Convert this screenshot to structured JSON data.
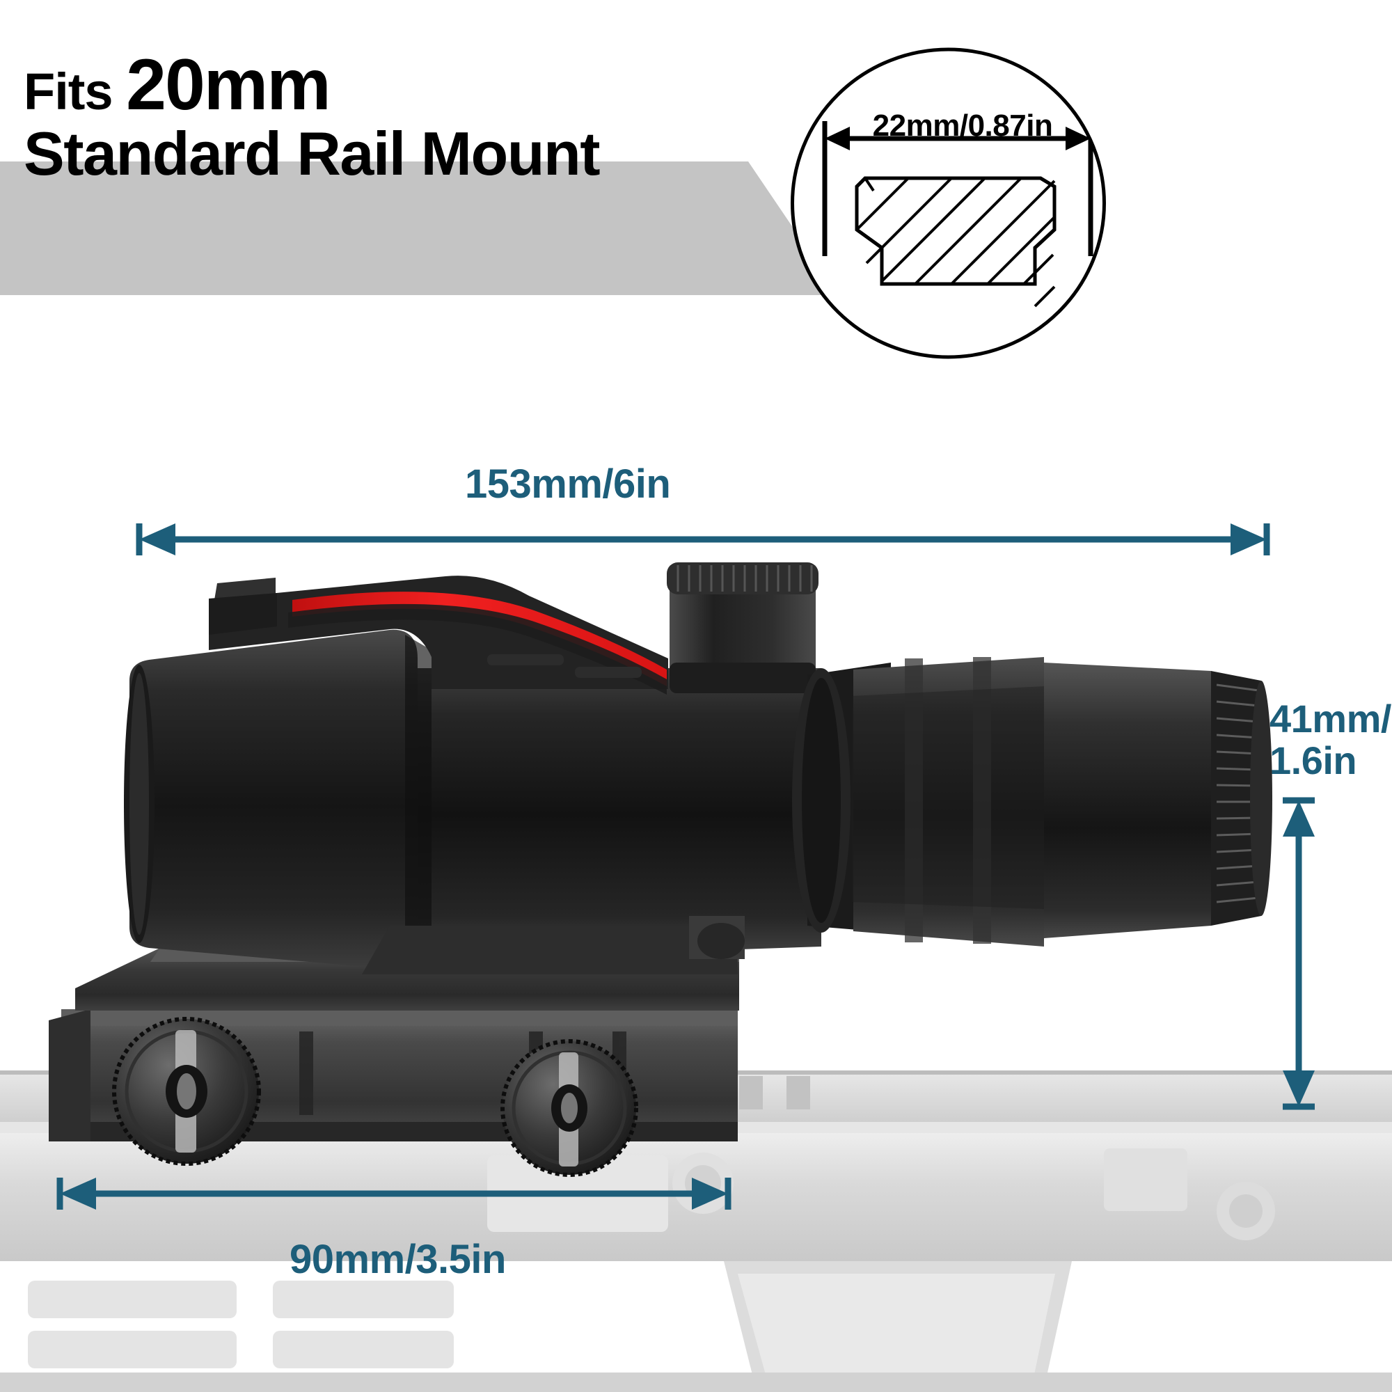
{
  "banner": {
    "line1_prefix": "Fits ",
    "line1_value": "20mm",
    "line2": "Standard Rail Mount",
    "bg_color": "#c4c4c4",
    "text_color": "#000000"
  },
  "detail_inset": {
    "label": "22mm/0.87in",
    "shape": "rail-cross-section",
    "outline_color": "#000000"
  },
  "dimensions": {
    "accent_color": "#1d5e7a",
    "length": "153mm/6in",
    "height_line1": "41mm/",
    "height_line2": "1.6in",
    "base_length": "90mm/3.5in"
  },
  "product": {
    "name": "prism-rifle-scope",
    "body_color": "#191919",
    "accent_fiber_color": "#e02020",
    "mount_color": "#3a3a3a",
    "background_rifle_color": "#d8d8d8",
    "parts": [
      "objective-bell",
      "fiber-optic-strip",
      "elevation-turret",
      "windage-turret",
      "eyepiece-ring",
      "picatinny-mount-base",
      "thumbscrew-front",
      "thumbscrew-rear"
    ]
  }
}
